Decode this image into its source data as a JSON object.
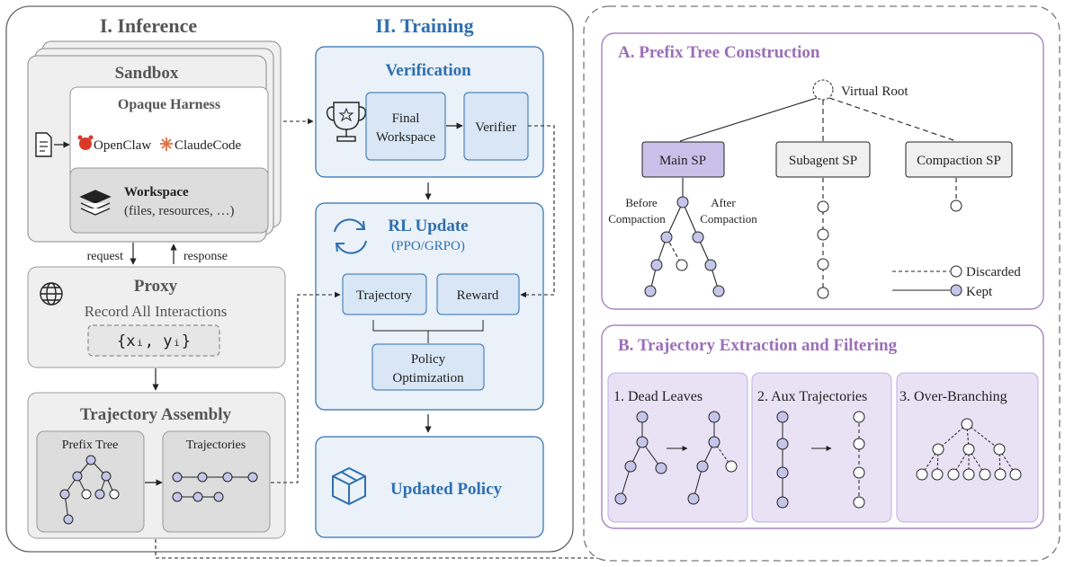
{
  "inference": {
    "title": "I. Inference",
    "sandbox": "Sandbox",
    "harness_title": "Opaque Harness",
    "openclaw": "OpenClaw",
    "claudecode": "ClaudeCode",
    "workspace_title": "Workspace",
    "workspace_sub": "(files, resources, …)",
    "request": "request",
    "response": "response",
    "proxy_title": "Proxy",
    "proxy_sub": "Record All Interactions",
    "proxy_formula": "{xᵢ, yᵢ}",
    "assembly_title": "Trajectory Assembly",
    "prefix_tree": "Prefix Tree",
    "trajectories": "Trajectories"
  },
  "training": {
    "title": "II. Training",
    "verification_title": "Verification",
    "final_ws_1": "Final",
    "final_ws_2": "Workspace",
    "verifier": "Verifier",
    "rl_title": "RL Update",
    "rl_sub": "(PPO/GRPO)",
    "trajectory": "Trajectory",
    "reward": "Reward",
    "policy_opt_1": "Policy",
    "policy_opt_2": "Optimization",
    "updated_policy": "Updated Policy"
  },
  "prefix_tree": {
    "title": "A. Prefix Tree Construction",
    "virtual_root": "Virtual Root",
    "main_sp": "Main SP",
    "subagent_sp": "Subagent SP",
    "compaction_sp": "Compaction SP",
    "before_1": "Before",
    "before_2": "Compaction",
    "after_1": "After",
    "after_2": "Compaction",
    "legend_discarded": "Discarded",
    "legend_kept": "Kept"
  },
  "extraction": {
    "title": "B. Trajectory Extraction and Filtering",
    "dead_leaves": "1. Dead Leaves",
    "aux_traj": "2. Aux Trajectories",
    "over_branching": "3. Over-Branching"
  },
  "colors": {
    "kept_node": "#c5c5ea",
    "training_blue": "#2e6fb0",
    "purple_title": "#9b6fb8",
    "purple_box": "#e9e2f5",
    "training_fill": "#eaf1f8"
  }
}
